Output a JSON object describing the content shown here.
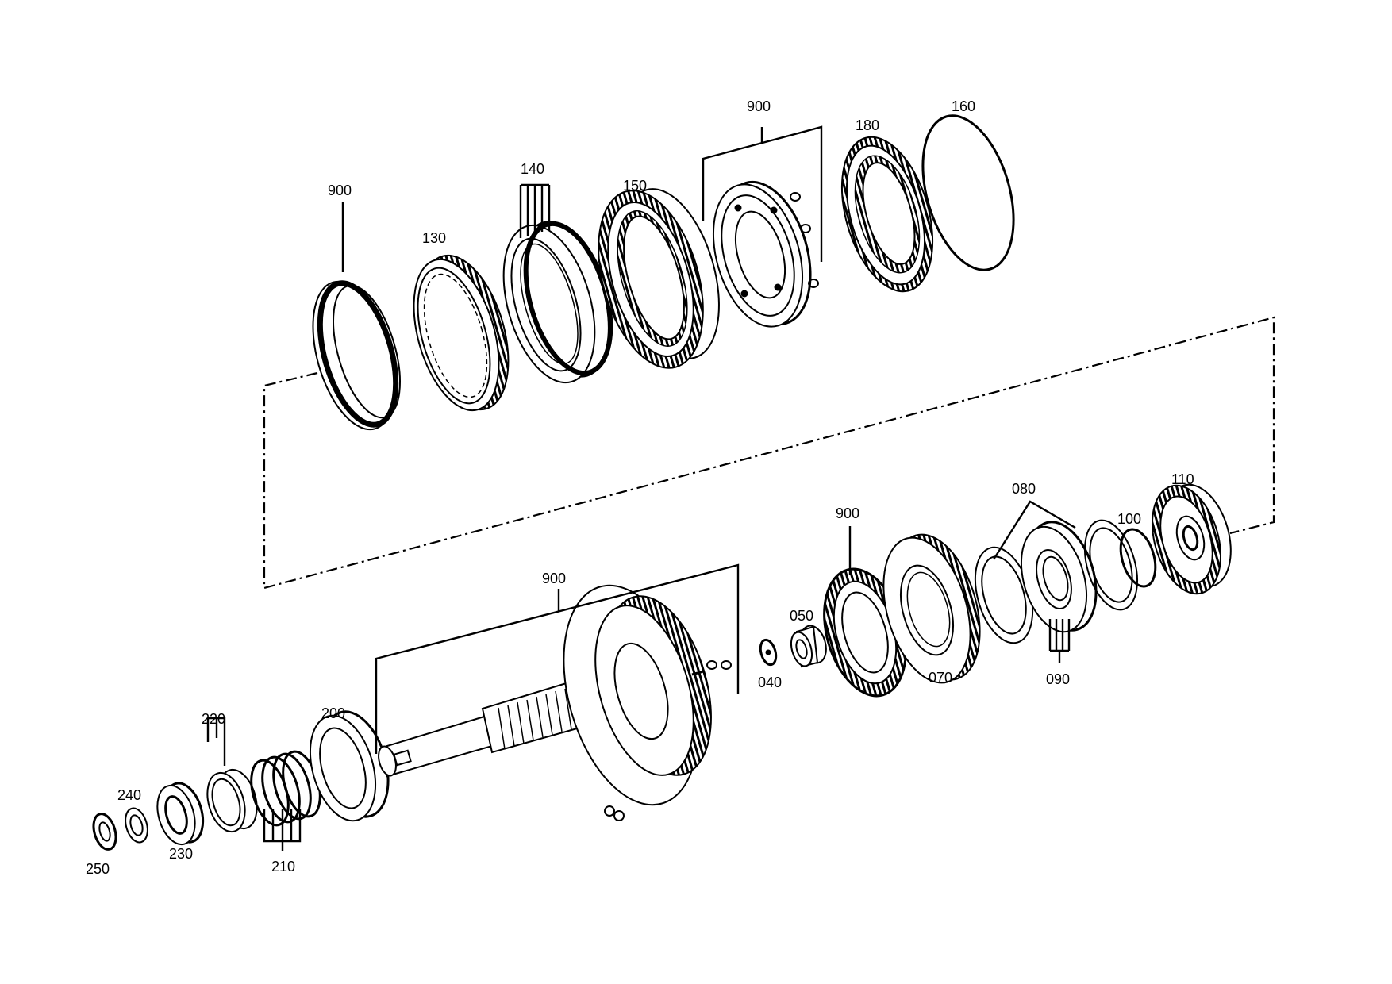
{
  "labels": {
    "l900_a": "900",
    "l130": "130",
    "l140": "140",
    "l150": "150",
    "l900_b": "900",
    "l180": "180",
    "l160": "160",
    "l080": "080",
    "l110": "110",
    "l100": "100",
    "l900_c": "900",
    "l050": "050",
    "l040": "040",
    "l070": "070",
    "l090": "090",
    "l900_d": "900",
    "l200": "200",
    "l220": "220",
    "l240": "240",
    "l230": "230",
    "l250": "250",
    "l210": "210"
  }
}
